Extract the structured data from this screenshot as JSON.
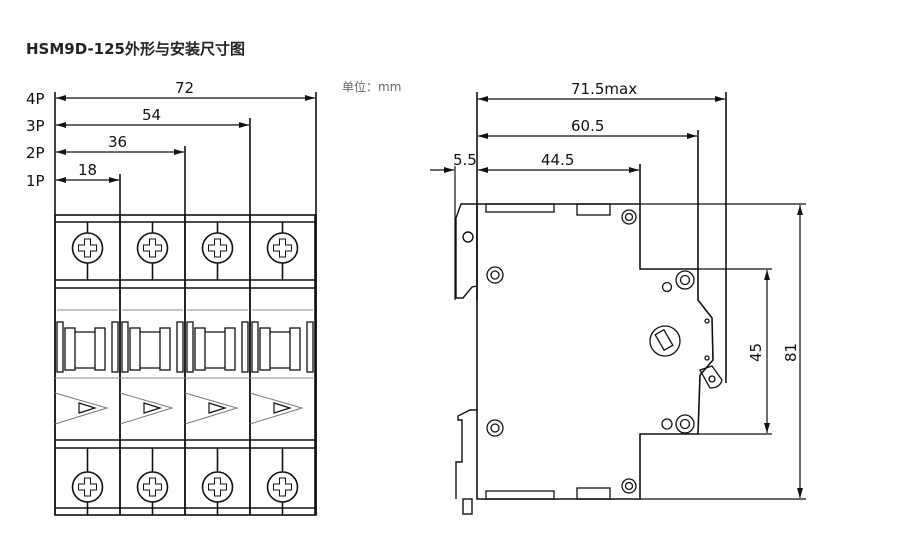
{
  "title": "HSM9D-125外形与安装尺寸图",
  "unit_label": "单位：mm",
  "front_view": {
    "pole_labels": [
      "4P",
      "3P",
      "2P",
      "1P"
    ],
    "widths": [
      "72",
      "54",
      "36",
      "18"
    ]
  },
  "side_view": {
    "depths": [
      "71.5max",
      "60.5",
      "44.5"
    ],
    "offset": "5.5",
    "heights": [
      "45",
      "81"
    ]
  }
}
